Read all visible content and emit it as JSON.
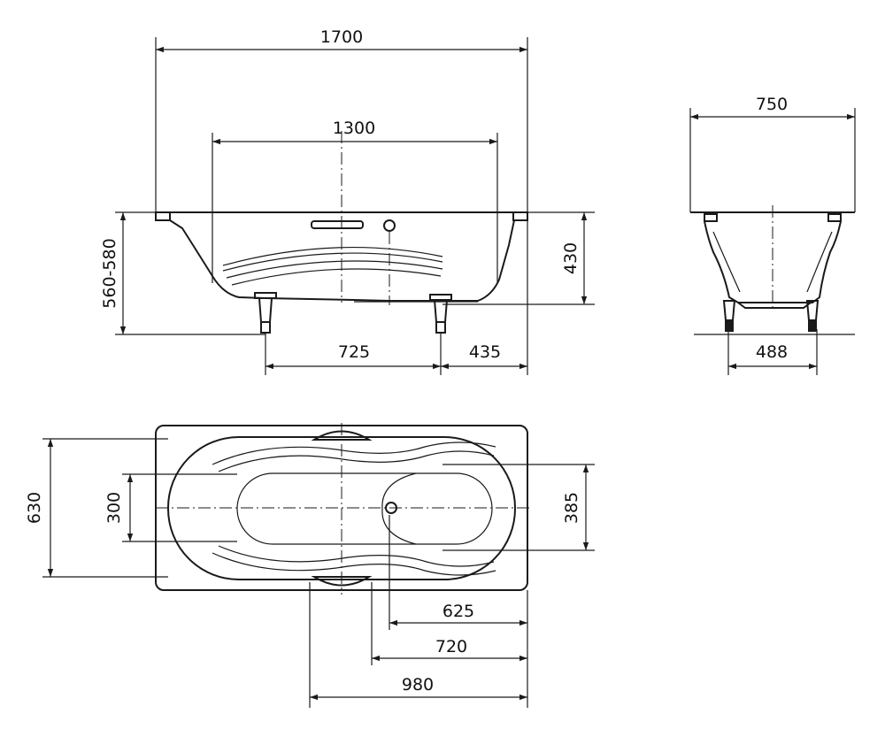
{
  "drawing": {
    "colors": {
      "line": "#1a1a1a",
      "background": "#ffffff"
    },
    "dimensions": {
      "total_length": "1700",
      "inner_length": "1300",
      "height_range": "560-580",
      "depth": "430",
      "feet_spacing": "725",
      "foot_offset": "435",
      "total_width": "750",
      "feet_width": "488",
      "plan_width": "630",
      "inner_width": "300",
      "drain_zone_width": "385",
      "drain_to_end": "625",
      "overflow_to_end": "720",
      "grip_to_end": "980"
    }
  }
}
